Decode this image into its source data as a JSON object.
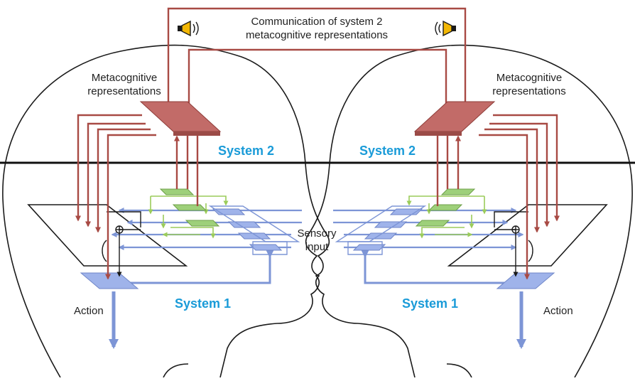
{
  "colors": {
    "outline": "#1a1a1a",
    "system2_arrow": "#a84a44",
    "system2_block": "#c26b68",
    "system1_arrow": "#7d95d6",
    "system1_block": "#9fb3ea",
    "inner_node": "#9ed07a",
    "inner_arrow": "#9bcc5a",
    "system_label": "#1a9bd8",
    "text": "#222222"
  },
  "icons": {
    "megaphone_left": "megaphone-icon",
    "megaphone_right": "megaphone-icon"
  },
  "labels": {
    "communication_line1": "Communication of system 2",
    "communication_line2": "metacognitive representations",
    "meta_left_line1": "Metacognitive",
    "meta_left_line2": "representations",
    "meta_right_line1": "Metacognitive",
    "meta_right_line2": "representations",
    "system2_left": "System 2",
    "system2_right": "System 2",
    "system1_left": "System 1",
    "system1_right": "System 1",
    "sensory_line1": "Sensory",
    "sensory_line2": "input",
    "action_left": "Action",
    "action_right": "Action"
  }
}
